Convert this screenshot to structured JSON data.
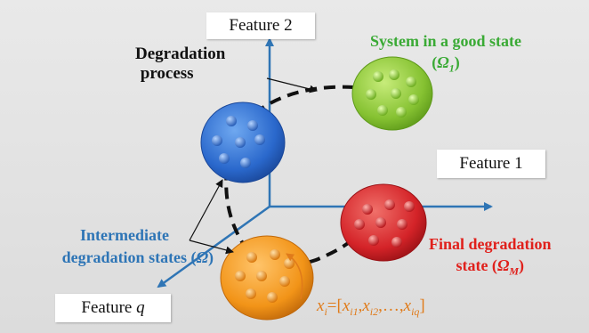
{
  "axes": {
    "feature1": "Feature 1",
    "feature2": "Feature 2",
    "featureq_prefix": "Feature ",
    "featureq_var": "q"
  },
  "labels": {
    "degradation_line1": "Degradation",
    "degradation_line2": "process",
    "good_line1": "System in a good state",
    "good_symbol": "Ω",
    "good_sub": "1",
    "final_line1": "Final degradation",
    "final_line2": "state (",
    "final_symbol": "Ω",
    "final_sub": "M",
    "final_close": ")",
    "inter_line1": "Intermediate",
    "inter_line2": "degradation states (",
    "inter_symbol": "Ω",
    "inter_close": ")"
  },
  "vector": {
    "lhs": "x",
    "lhs_sub": "i",
    "eq": "=[",
    "x1": "x",
    "x1_sub": "i1",
    "x2": "x",
    "x2_sub": "i2",
    "dots": ",…,",
    "xq": "x",
    "xq_sub": "iq",
    "close": "]"
  },
  "colors": {
    "axis": "#2f75b5",
    "good": "#8dc63f",
    "blue": "#2e6fd1",
    "red": "#d8262b",
    "orange": "#f39a1e",
    "green_text": "#3aaa35",
    "blue_text": "#2e75b6",
    "red_text": "#e0201b",
    "orange_text": "#e07b1a"
  }
}
